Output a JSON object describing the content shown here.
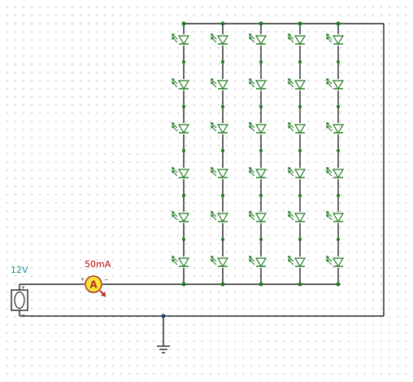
{
  "source": {
    "label": "12V",
    "label_color": "#1d8a99"
  },
  "meter": {
    "reading": "50mA",
    "reading_color": "#cc0000",
    "symbol": "A",
    "body_color": "#f5e636",
    "rim_color": "#b03020"
  },
  "led_array": {
    "columns": 5,
    "rows": 6,
    "led_color": "#1e7a1e",
    "icon": "led-icon"
  },
  "ground": {
    "icon": "ground-icon"
  }
}
